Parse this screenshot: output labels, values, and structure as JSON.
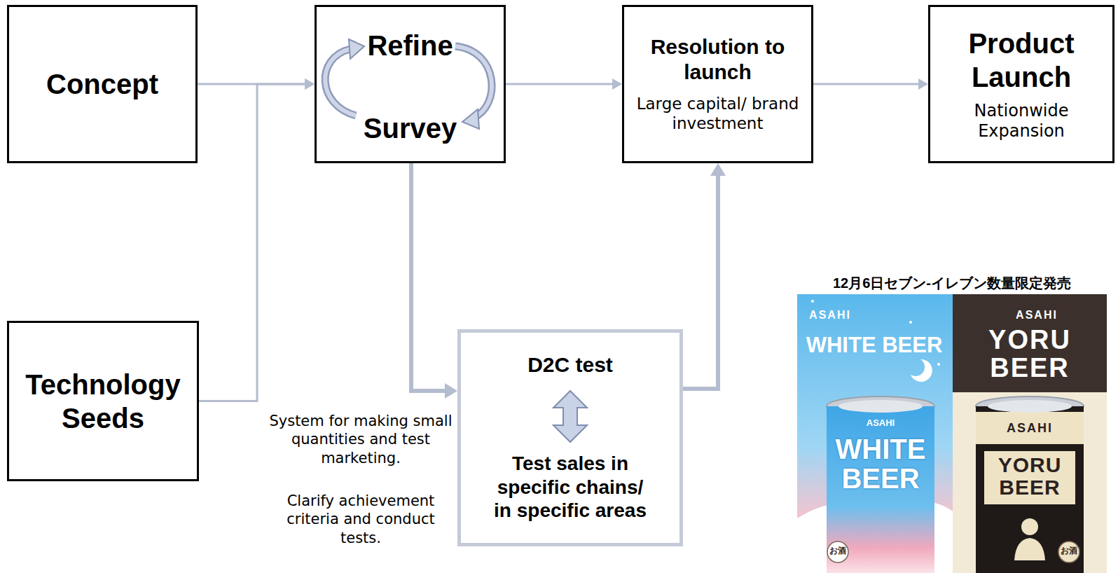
{
  "diagram": {
    "nodes": [
      {
        "text": [
          "Concept"
        ]
      },
      {
        "text": [
          "Technology Seeds"
        ]
      },
      {
        "text": [
          "Refine",
          "Survey"
        ]
      },
      {
        "text": [
          "Resolution to launch",
          "Large capital/ brand investment"
        ]
      },
      {
        "text": [
          "Product Launch",
          "Nationwide Expansion"
        ]
      },
      {
        "text": [
          "D2C test",
          "Test sales in specific chains/ in specific areas"
        ]
      }
    ],
    "edges": [
      {
        "from": 0,
        "to": 2,
        "arrow": "to"
      },
      {
        "from": 1,
        "to": 2,
        "arrow": "to"
      },
      {
        "from": 2,
        "to": 3,
        "arrow": "to"
      },
      {
        "from": 3,
        "to": 4,
        "arrow": "to"
      },
      {
        "from": 2,
        "to": 5,
        "arrow": "to"
      },
      {
        "from": 5,
        "to": 3,
        "arrow": "to"
      }
    ],
    "labels": [
      "System for making small quantities and test marketing.",
      "Clarify achievement criteria and conduct tests.",
      "12月6日セブン-イレブン数量限定発売",
      "ASAHI",
      "WHITE BEER",
      "ASAHI",
      "YORU BEER",
      "ASAHI",
      "WHITE BEER",
      "お酒",
      "ASAHI",
      "YORU BEER",
      "お酒"
    ]
  }
}
